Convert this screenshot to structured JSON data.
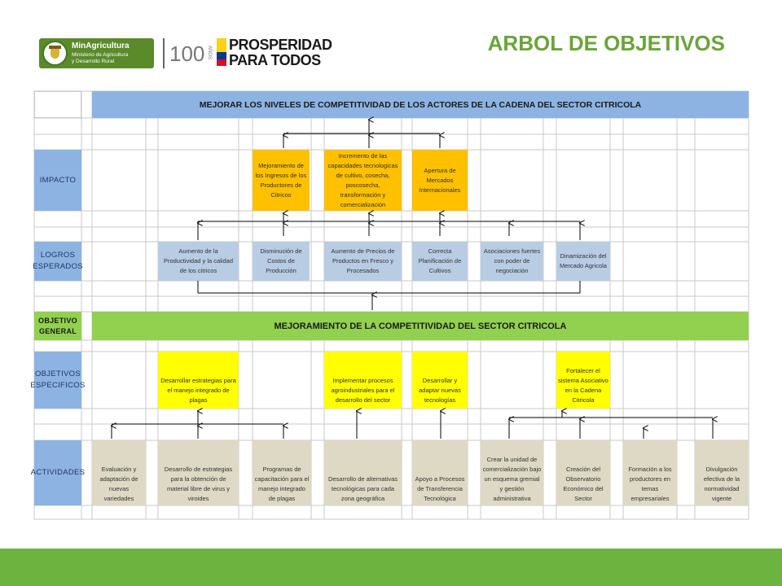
{
  "header": {
    "title": "ARBOL DE OBJETIVOS",
    "ministry_logo": {
      "name": "MinAgricultura",
      "line1": "Ministerio de Agricultura",
      "line2": "y Desarrollo Rural"
    },
    "anniversary": {
      "number": "100",
      "word": "AÑOS"
    },
    "slogan": {
      "line1": "PROSPERIDAD",
      "line2": "PARA TODOS"
    }
  },
  "rows": {
    "impacto": "IMPACTO",
    "logros": [
      "LOGROS",
      "ESPERADOS"
    ],
    "objetivo": [
      "OBJETIVO",
      "GENERAL"
    ],
    "especificos": [
      "OBJETIVOS",
      "ESPECIFICOS"
    ],
    "actividades": "ACTIVIDADES"
  },
  "top_goal": "MEJORAR LOS NIVELES DE COMPETITIVIDAD DE LOS ACTORES DE LA CADENA DEL SECTOR CITRICOLA",
  "general_objective": "MEJORAMIENTO DE LA COMPETITIVIDAD DEL SECTOR CITRICOLA",
  "impacts": [
    "Mejoramiento de los Ingresos de los Productores de Citricos",
    "Incremento de las capacidades tecnologicas de cultivo, cosecha, poscosecha, transformación y comercialización",
    "Apertura de Mercados Internacionales"
  ],
  "logros": [
    "Aumento de la Productividad y la calidad de los citricos",
    "Disminución de Costos de Producción",
    "Aumento de Precios de Productos en Fresco y Procesados",
    "Correcta Planificación de Cultivos",
    "Asociaciones fuertes con poder de negociación",
    "Dinamización del Mercado Agricola"
  ],
  "especificos": [
    "Desarrollar estrategias para el manejo integrado de plagas",
    "Implementar procesos agroindustriales para el desarrollo del sector",
    "Desarrollar y adaptar nuevas tecnologías",
    "Fortalecer el sistema Asociativo en la Cadena Citricola"
  ],
  "actividades": [
    "Evaluación y adaptación de nuevas variedades",
    "Desarrollo de estrategias para la obtención de material libre de virus y viroides",
    "Programas de capacitación para el manejo integrado de plagas",
    "Desarrollo de alternativas tecnológicas para cada zona geográfica",
    "Apoyo a Procesos de Transferencia Tecnológica",
    "Crear la unidad de comercialización bajo un esquema gremial y gestión administrativa",
    "Creación del Observatorio Económico del Sector",
    "Formación a los productores en temas empresariales",
    "Divulgación efectiva de la normatividad vigente"
  ],
  "colors": {
    "title_green": "#6aa43a",
    "blue_header": "#8db3e2",
    "blue_light": "#b8cce4",
    "orange": "#ffc000",
    "yellow": "#ffff00",
    "green_bar": "#92d050",
    "beige": "#ddd9c4",
    "footer_green": "#6db33f"
  }
}
